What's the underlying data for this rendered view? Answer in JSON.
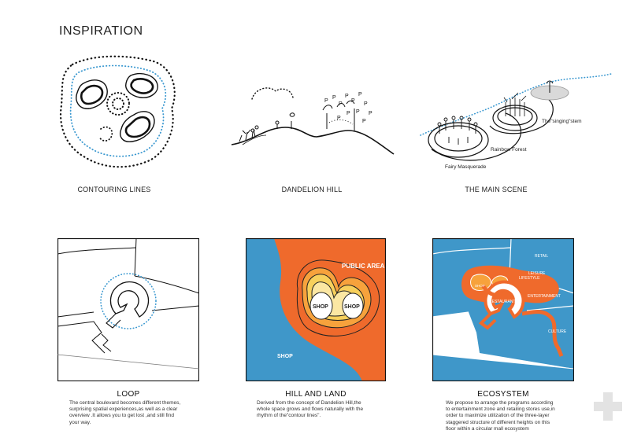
{
  "page": {
    "title": "INSPIRATION"
  },
  "sketches": [
    {
      "caption": "CONTOURING LINES"
    },
    {
      "caption": "DANDELION HILL"
    },
    {
      "caption": "THE MAIN SCENE",
      "labels": {
        "singing_stem": "The\"singing\"stem",
        "rainbow_forest": "Rainbow Forest",
        "fairy_masquerade": "Fairy Masquerade"
      }
    }
  ],
  "panels": [
    {
      "title": "LOOP",
      "desc": [
        "The central boulevard becomes different themes,",
        "surprising spatial experiences,as well as a clear",
        "overview .It allows you to get lost ,and still find",
        "your way."
      ]
    },
    {
      "title": "HILL AND LAND",
      "desc": [
        "Derived from the concept of Dandelion Hill,the",
        "whole space grows and flows naturally with the",
        "rhythm of the\"contour lines\"."
      ],
      "labels": {
        "public_area": "PUBLIC AREA",
        "shop_left": "SHOP",
        "shop_right": "SHOP",
        "shop_bottom": "SHOP"
      }
    },
    {
      "title": "ECOSYSTEM",
      "desc": [
        "We propose to arrange the programs according",
        "to entertainment zone and retailing stores use,in",
        "order to maximize utilization of the three-layer",
        "staggered structure of different heights on this",
        "floor within a circular mall ecosystem"
      ],
      "labels": {
        "retail": "RETAIL",
        "leisure": "LEISURE",
        "lifestyle": "LIFESTYLE",
        "entertainment": "ENTERTAINMENT",
        "restaurant": "RESTAURANT",
        "culture": "CULTURE",
        "shop_small": "SHOP"
      }
    }
  ],
  "colors": {
    "blue": "#3f97c9",
    "orange": "#ef6a2c",
    "yellow": "#f7d05c",
    "light_yellow": "#fbe7a3",
    "dotted_blue": "#3a98d0"
  },
  "icons": {
    "watermark": "plus-cross-icon"
  }
}
